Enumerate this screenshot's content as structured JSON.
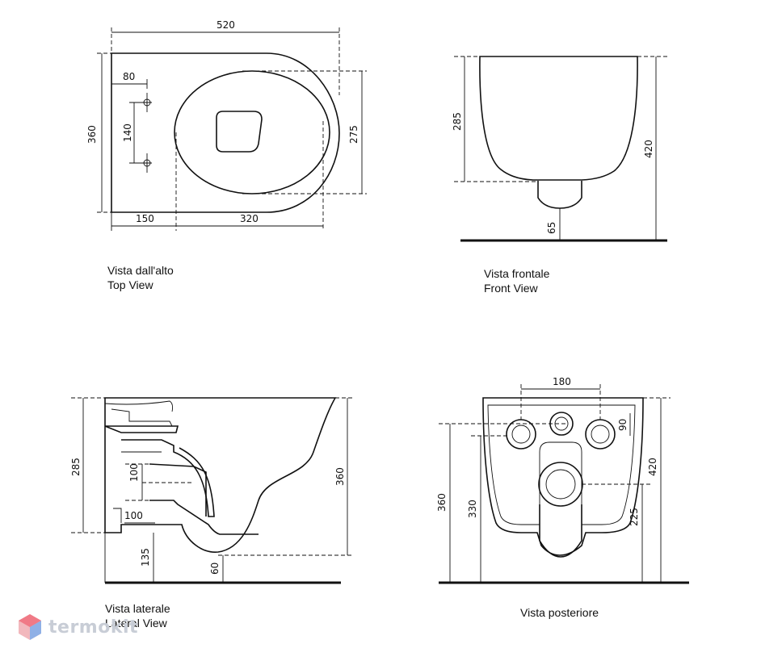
{
  "views": {
    "top": {
      "caption_it": "Vista dall'alto",
      "caption_en": "Top View",
      "dims": {
        "width": "520",
        "depth": "360",
        "pin_offset": "80",
        "pin_spacing": "140",
        "bowl_width": "275",
        "rear": "150",
        "front": "320"
      }
    },
    "front": {
      "caption_it": "Vista frontale",
      "caption_en": "Front View",
      "dims": {
        "bowl_height": "285",
        "total_height": "420",
        "floor_gap": "65"
      }
    },
    "lateral": {
      "caption_it": "Vista laterale",
      "caption_en": "Lateral View",
      "dims": {
        "bowl_height": "285",
        "upper": "100",
        "lower": "100",
        "height": "360",
        "bottom": "135",
        "outlet": "60"
      }
    },
    "rear": {
      "caption_it": "Vista posteriore",
      "dims": {
        "spacing": "180",
        "inlet": "90",
        "height": "360",
        "mid": "330",
        "total": "420",
        "drain": "225"
      }
    }
  },
  "logo": {
    "text": "termokit",
    "icon": "hexagon-logo-icon",
    "color": "#c8cdd6"
  }
}
